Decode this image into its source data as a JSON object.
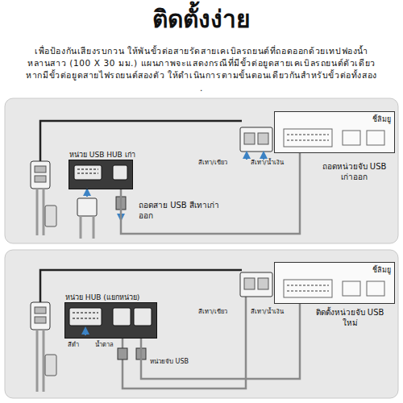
{
  "diagram": {
    "title": "ติดตั้งง่าย",
    "nodes": [
      {
        "text": [
          "หน่วย USB HUB เก่า"
        ]
      },
      {
        "text": [
          "ชิ้ลิมยู"
        ]
      },
      {
        "text": [
          "หน่วย HUB (แยกหน่วย)"
        ]
      },
      {
        "text": [
          "ชิ้ลิมยู"
        ]
      }
    ],
    "edges": [
      {
        "from": 0,
        "to": 1,
        "arrow": "none"
      },
      {
        "from": 2,
        "to": 3,
        "arrow": "none"
      }
    ],
    "labels": [
      "เพื่อป้องกันเสียงรบกวน ให้พันขั้วต่อสายรัดสายเคเบิลรถยนต์ที่ถอดออกด้วยเทปฟองน้ำหลานสาว (100 X 30 มม.) แผนภาพจะแสดงกรณีที่มีขั้วต่อยูดสายเคเบิลรถยนต์ตัวเดียว หากมีขั้วต่อยูดสายไฟรถยนต์สองตัว ให้ดำเนินการตามขั้นตอนเดียวกันสำหรับขั้วต่อทั้งสอง .",
      "ถอดสาย USB สีเทาเก่าออก",
      "สีเทา/เขียว",
      "สีเทา/น้ำเงิน",
      "ถอดหน่วยจับ USB เก่าออก",
      "สีดำ",
      "น้ำตาล",
      "หน่วยจับ USB",
      "สีเทา/เขียว",
      "สีเทา/น้ำเงิน",
      "ติดตั้งหน่วยจับ USB ใหม่"
    ]
  }
}
